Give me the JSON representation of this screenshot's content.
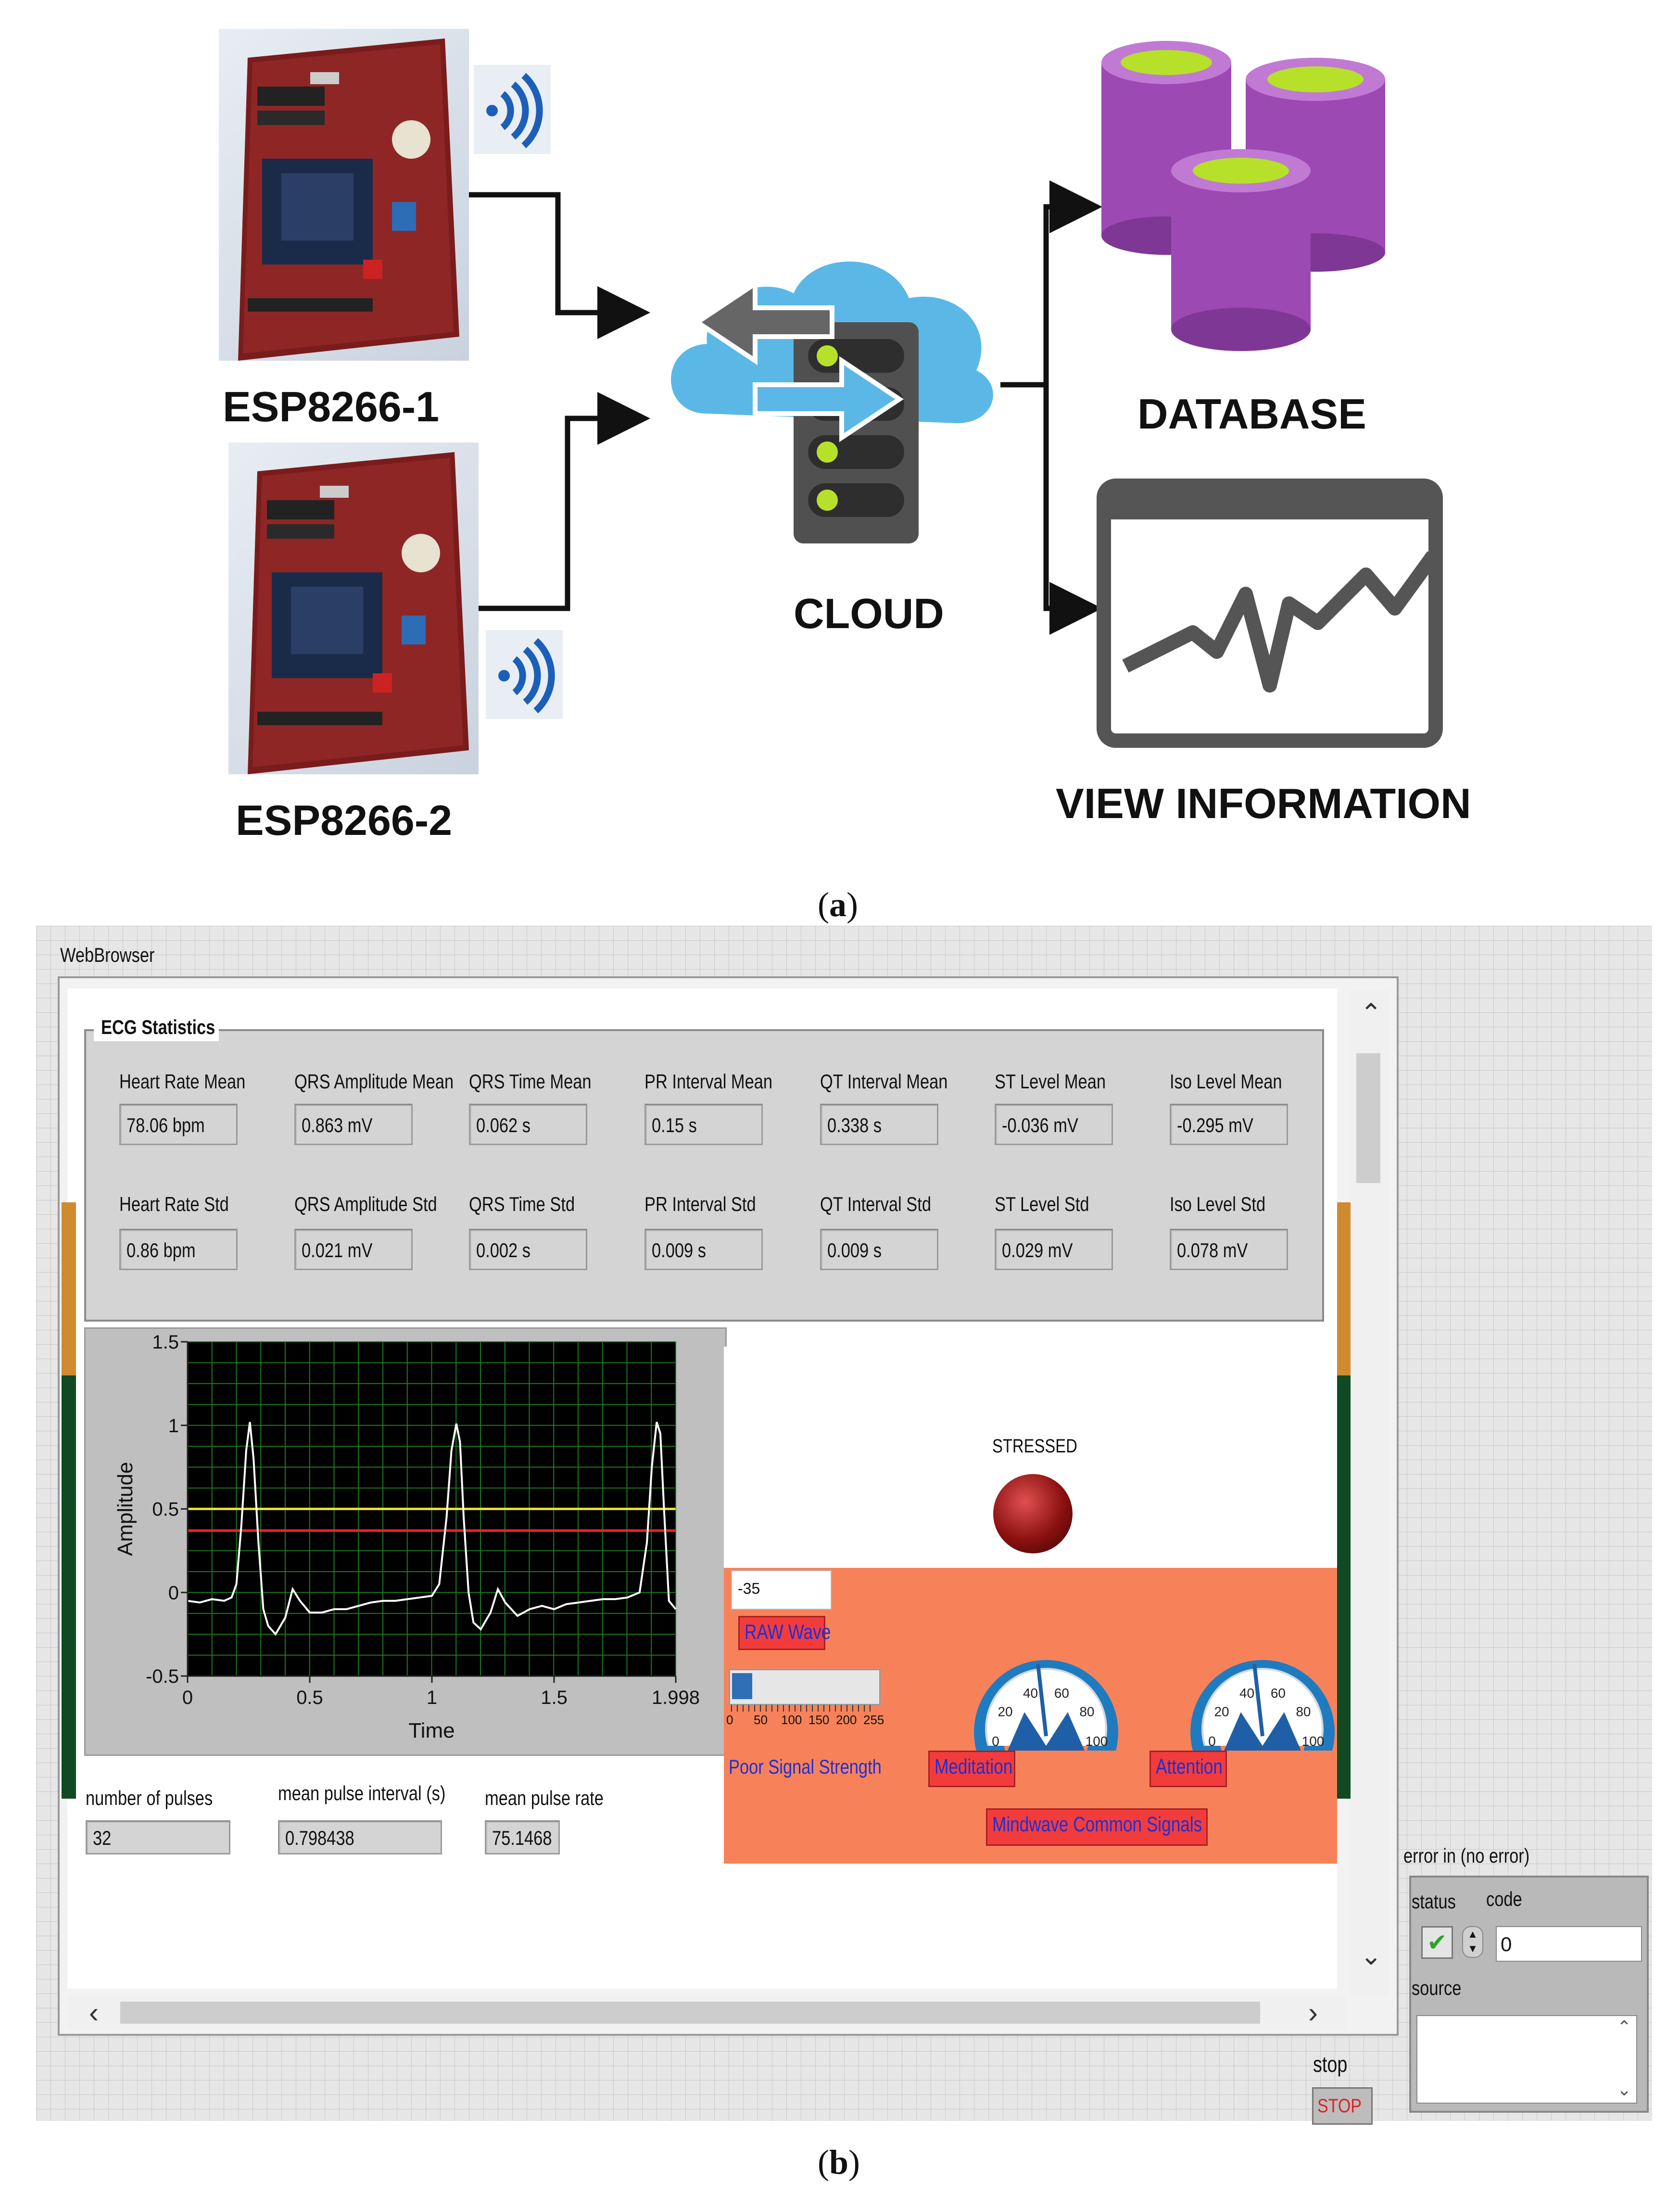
{
  "panel_a": {
    "esp1_label": "ESP8266-1",
    "esp2_label": "ESP8266-2",
    "cloud_label": "CLOUD",
    "database_label": "DATABASE",
    "view_label": "VIEW INFORMATION",
    "caption_open": "(",
    "caption_letter": "a",
    "caption_close": ")",
    "colors": {
      "cloud": "#5bb8e6",
      "server": "#505050",
      "led": "#b7e02a",
      "db": "#9c49b3",
      "db_top": "#b7e02a",
      "monitor": "#555555"
    }
  },
  "panel_b": {
    "caption_open": "(",
    "caption_letter": "b",
    "caption_close": ")",
    "webbrowser_label": "WebBrowser",
    "ecg_title": "ECG Statistics",
    "stats_row1": [
      {
        "label": "Heart Rate Mean",
        "value": "78.06 bpm"
      },
      {
        "label": "QRS Amplitude Mean",
        "value": "0.863 mV"
      },
      {
        "label": "QRS Time Mean",
        "value": "0.062 s"
      },
      {
        "label": "PR Interval Mean",
        "value": "0.15 s"
      },
      {
        "label": "QT Interval Mean",
        "value": "0.338 s"
      },
      {
        "label": "ST Level Mean",
        "value": "-0.036 mV"
      },
      {
        "label": "Iso Level Mean",
        "value": "-0.295 mV"
      }
    ],
    "stats_row2": [
      {
        "label": "Heart Rate Std",
        "value": "0.86 bpm"
      },
      {
        "label": "QRS Amplitude Std",
        "value": "0.021 mV"
      },
      {
        "label": "QRS Time Std",
        "value": "0.002 s"
      },
      {
        "label": "PR Interval Std",
        "value": "0.009 s"
      },
      {
        "label": "QT Interval Std",
        "value": "0.009 s"
      },
      {
        "label": "ST Level Std",
        "value": "0.029 mV"
      },
      {
        "label": "Iso Level Std",
        "value": "0.078 mV"
      }
    ],
    "pulse": {
      "number_label": "number of pulses",
      "number_value": "32",
      "interval_label": "mean pulse interval (s)",
      "interval_value": "0.798438",
      "rate_label": "mean pulse rate",
      "rate_value": "75.1468"
    },
    "stressed_label": "STRESSED",
    "raw_value": "-35",
    "raw_wave_label": "RAW Wave",
    "poor_signal_label": "Poor Signal Strength",
    "poor_signal_fraction": 0.14,
    "poor_signal_ticks": [
      "0",
      "50",
      "100",
      "150",
      "200",
      "255"
    ],
    "meditation_label": "Meditation",
    "attention_label": "Attention",
    "mindwave_label": "Mindwave Common Signals",
    "gauge_ticks": [
      "0",
      "20",
      "40",
      "60",
      "80",
      "100"
    ],
    "error_title": "error in (no error)",
    "status_label": "status",
    "code_label": "code",
    "code_value": "0",
    "source_label": "source",
    "stop_label": "stop",
    "stop_button": "STOP",
    "colors": {
      "orange_panel": "#f7825a",
      "led": "#8a1010",
      "plot_bg": "#000000",
      "plot_grid": "#1f7a1f",
      "trace": "#ffffff",
      "yellow_cursor": "#e8e030",
      "red_cursor": "#ff2020",
      "side_orange": "#d08a30",
      "side_green": "#114a22"
    }
  },
  "chart_data": {
    "type": "line",
    "title": "",
    "xlabel": "Time",
    "ylabel": "Amplitude",
    "xlim": [
      0,
      1.998
    ],
    "ylim": [
      -0.5,
      1.5
    ],
    "x_ticks": [
      "0",
      "0.5",
      "1",
      "1.5",
      "1.998"
    ],
    "y_ticks": [
      "1.5",
      "1",
      "0.5",
      "0",
      "-0.5"
    ],
    "grid": true,
    "cursors": [
      {
        "y": 0.5,
        "color": "yellow"
      },
      {
        "y": 0.37,
        "color": "red"
      }
    ],
    "series": [
      {
        "x": [
          0.0,
          0.05,
          0.1,
          0.15,
          0.18,
          0.2,
          0.22,
          0.24,
          0.255,
          0.27,
          0.29,
          0.31,
          0.33,
          0.36,
          0.4,
          0.43,
          0.46,
          0.5,
          0.55,
          0.6,
          0.65,
          0.7,
          0.75,
          0.8,
          0.85,
          0.9,
          0.95,
          1.0,
          1.03,
          1.06,
          1.08,
          1.1,
          1.115,
          1.13,
          1.15,
          1.17,
          1.2,
          1.24,
          1.27,
          1.3,
          1.35,
          1.4,
          1.45,
          1.5,
          1.55,
          1.6,
          1.65,
          1.7,
          1.75,
          1.8,
          1.85,
          1.88,
          1.9,
          1.92,
          1.935,
          1.95,
          1.97,
          1.998
        ],
        "y": [
          -0.05,
          -0.06,
          -0.04,
          -0.05,
          -0.03,
          0.05,
          0.4,
          0.85,
          1.02,
          0.8,
          0.3,
          -0.1,
          -0.2,
          -0.25,
          -0.15,
          0.02,
          -0.05,
          -0.12,
          -0.12,
          -0.1,
          -0.1,
          -0.08,
          -0.06,
          -0.05,
          -0.05,
          -0.04,
          -0.03,
          -0.02,
          0.05,
          0.45,
          0.85,
          1.01,
          0.9,
          0.45,
          0.0,
          -0.18,
          -0.22,
          -0.12,
          0.02,
          -0.06,
          -0.14,
          -0.1,
          -0.08,
          -0.1,
          -0.07,
          -0.06,
          -0.05,
          -0.04,
          -0.04,
          -0.03,
          0.0,
          0.3,
          0.75,
          1.02,
          0.95,
          0.5,
          -0.05,
          -0.1
        ]
      }
    ]
  }
}
